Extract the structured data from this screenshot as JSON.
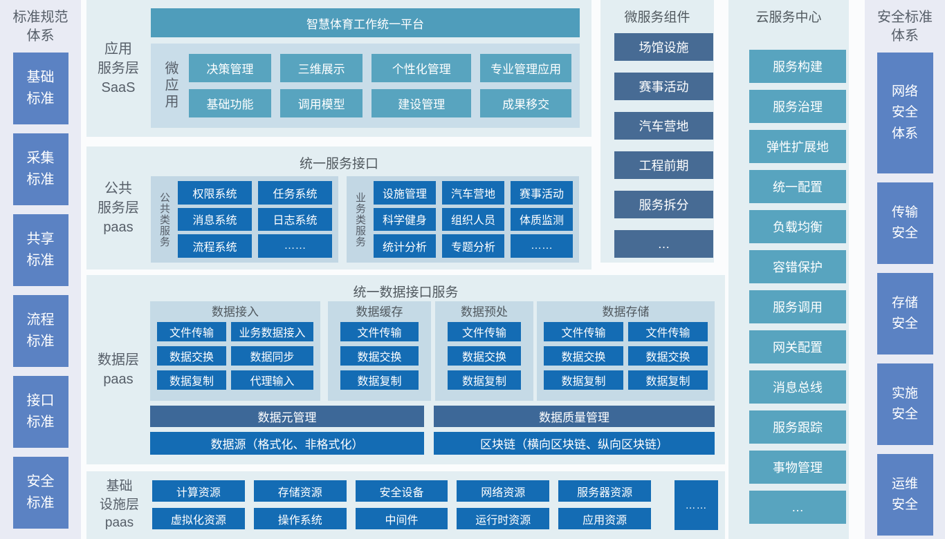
{
  "left_sidebar": {
    "title": "标准规范\n体系",
    "items": [
      "基础\n标准",
      "采集\n标准",
      "共享\n标准",
      "流程\n标准",
      "接口\n标准",
      "安全\n标准"
    ]
  },
  "saas_layer": {
    "label": "应用\n服务层\nSaaS",
    "platform_title": "智慧体育工作统一平台",
    "micro_app_label": "微应用",
    "apps": [
      "决策管理",
      "三维展示",
      "个性化管理",
      "专业管理应用",
      "基础功能",
      "调用模型",
      "建设管理",
      "成果移交"
    ]
  },
  "public_layer": {
    "label": "公共\n服务层\npaas",
    "title": "统一服务接口",
    "common_group": {
      "label": "公共类服务",
      "items": [
        "权限系统",
        "任务系统",
        "消息系统",
        "日志系统",
        "流程系统",
        "……"
      ]
    },
    "business_group": {
      "label": "业务类服务",
      "items": [
        "设施管理",
        "汽车营地",
        "赛事活动",
        "科学健身",
        "组织人员",
        "体质监测",
        "统计分析",
        "专题分析",
        "……"
      ]
    }
  },
  "data_layer": {
    "label": "数据层\npaas",
    "title": "统一数据接口服务",
    "groups": [
      {
        "title": "数据接入",
        "items": [
          "文件传输",
          "业务数据接入",
          "数据交换",
          "数据同步",
          "数据复制",
          "代理输入"
        ]
      },
      {
        "title": "数据缓存",
        "items": [
          "文件传输",
          "数据交换",
          "数据复制"
        ]
      },
      {
        "title": "数据预处",
        "items": [
          "文件传输",
          "数据交换",
          "数据复制"
        ]
      },
      {
        "title": "数据存储",
        "items": [
          "文件传输",
          "文件传输",
          "数据交换",
          "数据交换",
          "数据复制",
          "数据复制"
        ]
      }
    ],
    "meta_bar": "数据元管理",
    "quality_bar": "数据质量管理",
    "source_bar": "数据源（格式化、非格式化）",
    "blockchain_bar": "区块链（横向区块链、纵向区块链）"
  },
  "infra_layer": {
    "label": "基础\n设施层\npaas",
    "row1": [
      "计算资源",
      "存储资源",
      "安全设备",
      "网络资源",
      "服务器资源"
    ],
    "row2": [
      "虚拟化资源",
      "操作系统",
      "中间件",
      "运行时资源",
      "应用资源"
    ],
    "more": "……"
  },
  "microservices": {
    "title": "微服务组件",
    "items": [
      "场馆设施",
      "赛事活动",
      "汽车营地",
      "工程前期",
      "服务拆分",
      "…"
    ]
  },
  "cloud_center": {
    "title": "云服务中心",
    "items": [
      "服务构建",
      "服务治理",
      "弹性扩展地",
      "统一配置",
      "负载均衡",
      "容错保护",
      "服务调用",
      "网关配置",
      "消息总线",
      "服务跟踪",
      "事物管理",
      "…"
    ]
  },
  "right_sidebar": {
    "title": "安全标准\n体系",
    "items": [
      "网络\n安全\n体系",
      "传输\n安全",
      "存储\n安全",
      "实施\n安全",
      "运维\n安全"
    ]
  },
  "colors": {
    "sidebar_bg": "#e9ebf4",
    "sidebar_box_blue": "#5b82c3",
    "panel_bg": "#e3eef2",
    "teal_header": "#4f9dbb",
    "teal_button": "#58a4bf",
    "inner_container": "#c9dde9",
    "group_bg": "#c2d7e4",
    "strong_blue_button": "#146cb4",
    "slate_button": "#476b94",
    "slate_bar": "#3d6898",
    "label_text": "#565e68"
  }
}
